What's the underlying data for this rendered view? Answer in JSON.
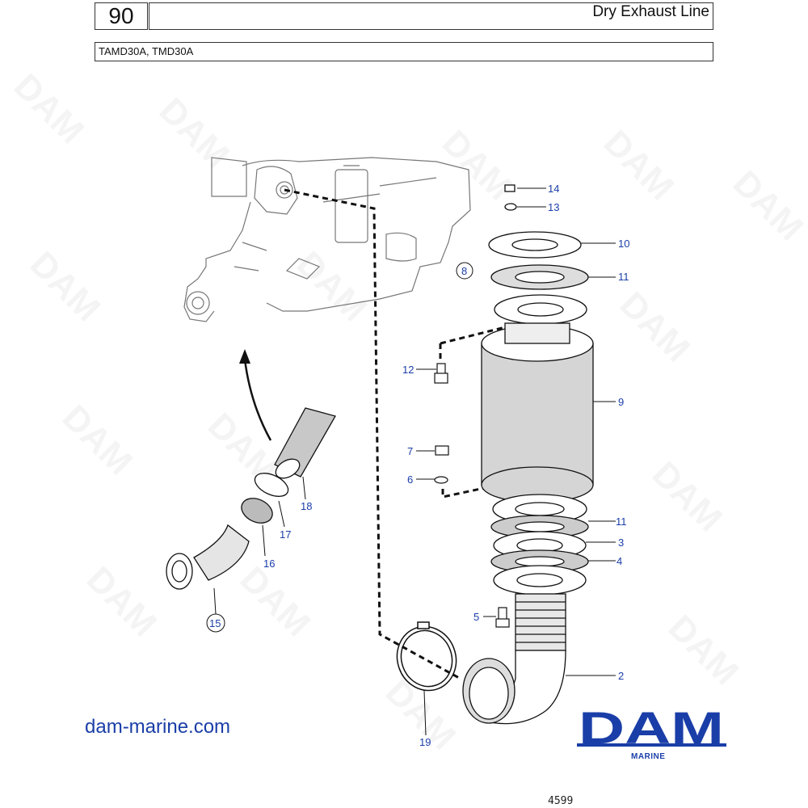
{
  "header": {
    "section_number": "90",
    "title": "Dry Exhaust Line",
    "models": "TAMD30A, TMD30A"
  },
  "diagram": {
    "callouts": [
      {
        "id": "c14",
        "label": "14"
      },
      {
        "id": "c13",
        "label": "13"
      },
      {
        "id": "c10",
        "label": "10"
      },
      {
        "id": "c11a",
        "label": "11"
      },
      {
        "id": "c8",
        "label": "8"
      },
      {
        "id": "c12",
        "label": "12"
      },
      {
        "id": "c9",
        "label": "9"
      },
      {
        "id": "c7",
        "label": "7"
      },
      {
        "id": "c6",
        "label": "6"
      },
      {
        "id": "c11b",
        "label": "11"
      },
      {
        "id": "c3",
        "label": "3"
      },
      {
        "id": "c4",
        "label": "4"
      },
      {
        "id": "c5",
        "label": "5"
      },
      {
        "id": "c2",
        "label": "2"
      },
      {
        "id": "c18",
        "label": "18"
      },
      {
        "id": "c17",
        "label": "17"
      },
      {
        "id": "c16",
        "label": "16"
      },
      {
        "id": "c15",
        "label": "15"
      },
      {
        "id": "c19",
        "label": "19"
      }
    ]
  },
  "footer": {
    "website": "dam-marine.com",
    "logo_text": "DAM",
    "logo_subtext": "MARINE",
    "reference_number": "4599"
  },
  "watermark_text": "DAM",
  "colors": {
    "callout_blue": "#1a3ea8",
    "logo_blue": "#1a3ea8",
    "line_black": "#111111"
  }
}
